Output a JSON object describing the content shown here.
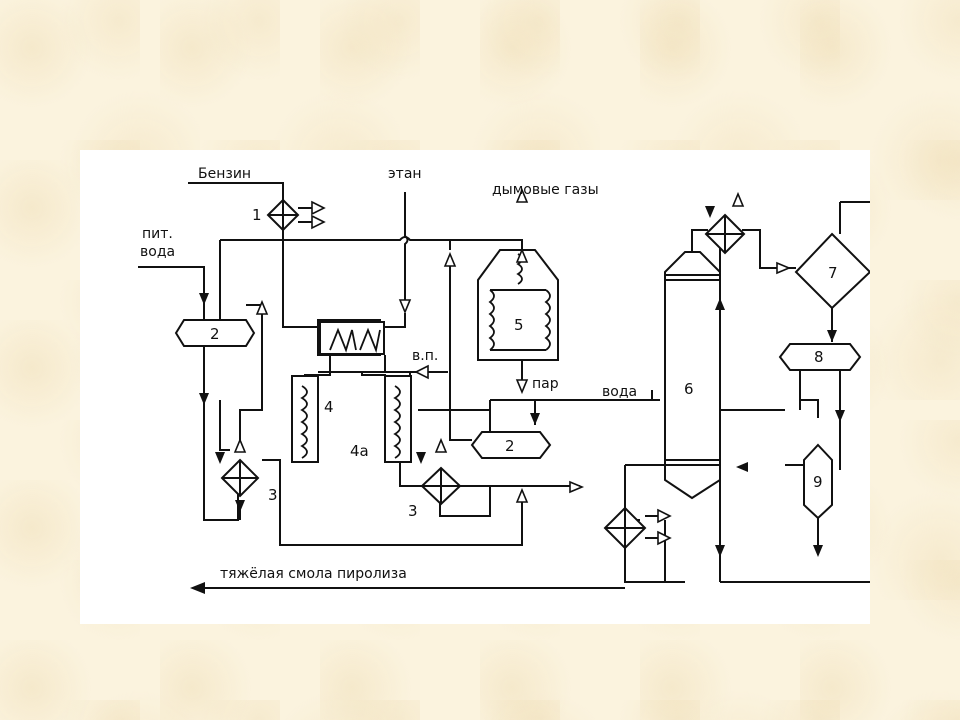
{
  "labels": {
    "benzin": "Бензин",
    "etan": "этан",
    "dymovye_gazy": "дымовые газы",
    "pit_line1": "пит.",
    "pit_line2": "вода",
    "vp": "в.п.",
    "par": "пар",
    "voda": "вода",
    "smola": "тяжёлая смола пиролиза"
  },
  "units": {
    "u1": "1",
    "u2a": "2",
    "u2b": "2",
    "u3a": "3",
    "u3b": "3",
    "u4": "4",
    "u4a": "4а",
    "u5": "5",
    "u6": "6",
    "u7": "7",
    "u8": "8",
    "u9": "9"
  }
}
